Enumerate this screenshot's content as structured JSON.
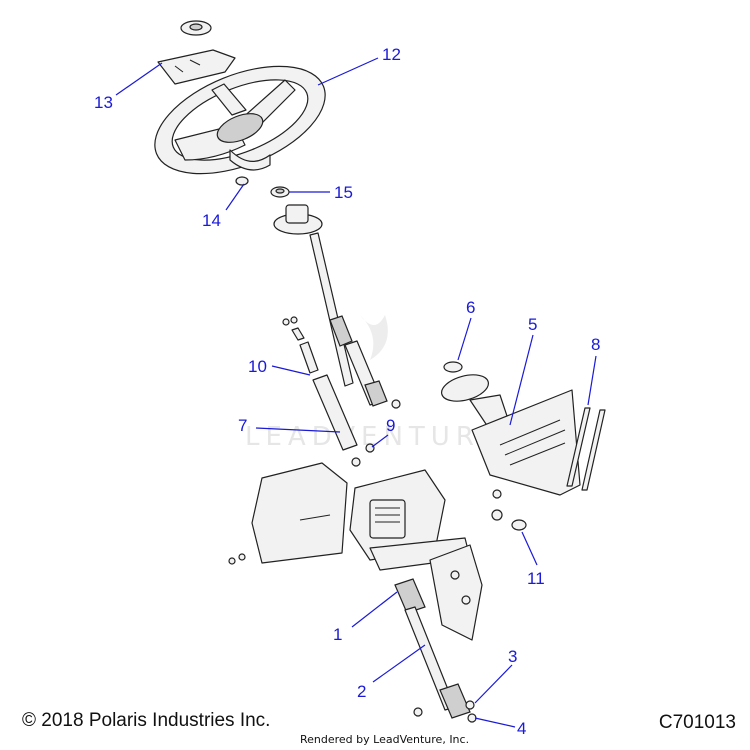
{
  "copyright": "© 2018 Polaris Industries Inc.",
  "diagram_code": "C701013",
  "rendered_by": "Rendered by LeadVenture, Inc.",
  "watermark": "LEADVENTURE",
  "callouts": {
    "c1": "1",
    "c2": "2",
    "c3": "3",
    "c4": "4",
    "c5": "5",
    "c6": "6",
    "c7": "7",
    "c8": "8",
    "c9": "9",
    "c10": "10",
    "c11": "11",
    "c12": "12",
    "c13": "13",
    "c14": "14",
    "c15": "15"
  },
  "colors": {
    "callout": "#1a1ad8",
    "line": "#222222"
  }
}
